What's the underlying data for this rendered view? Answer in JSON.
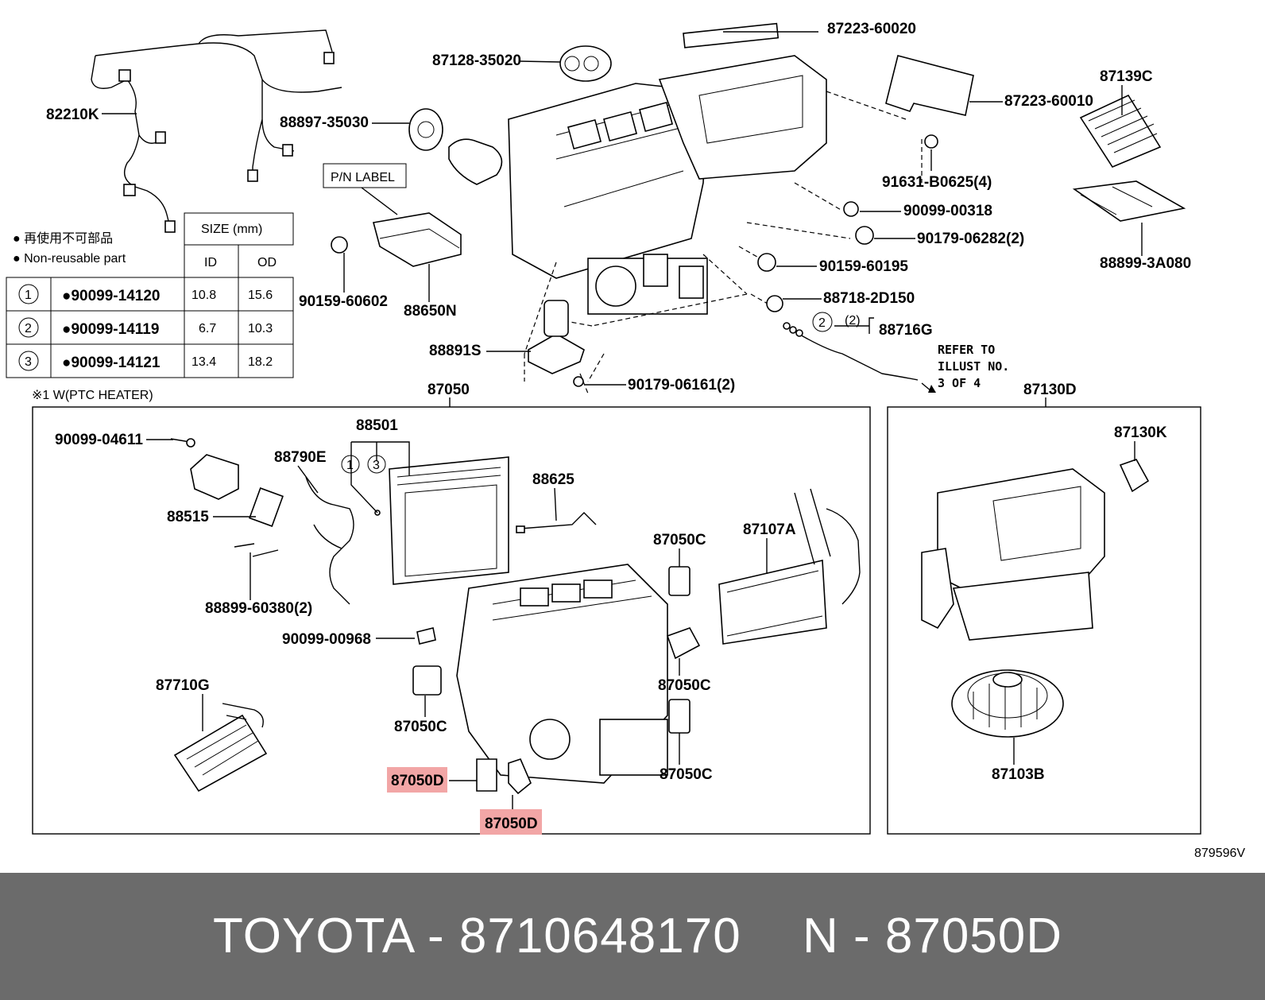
{
  "diagram": {
    "image_code": "879596V",
    "callouts": {
      "c82210K": "82210K",
      "c87128": "87128-35020",
      "c87223_20": "87223-60020",
      "c88897": "88897-35030",
      "c87223_10": "87223-60010",
      "c87139C": "87139C",
      "c91631": "91631-B0625(4)",
      "c90099_318": "90099-00318",
      "c90179_282": "90179-06282(2)",
      "c88899_3A": "88899-3A080",
      "c90159_195": "90159-60195",
      "c90159_602": "90159-60602",
      "c88650N": "88650N",
      "c88718": "88718-2D150",
      "c88716G": "88716G",
      "c88891S": "88891S",
      "c90179_161": "90179-06161(2)",
      "c87050": "87050",
      "c87130D": "87130D",
      "c90099_4611": "90099-04611",
      "c88501": "88501",
      "c88790E": "88790E",
      "c88625": "88625",
      "c88515": "88515",
      "c87050C_a": "87050C",
      "c87107A": "87107A",
      "c88899_603": "88899-60380(2)",
      "c90099_968": "90099-00968",
      "c87050C_b": "87050C",
      "c87050C_c": "87050C",
      "c87050C_d": "87050C",
      "c87710G": "87710G",
      "c87050D_a": "87050D",
      "c87050D_b": "87050D",
      "c87130K": "87130K",
      "c87103B": "87103B"
    },
    "pn_label": "P/N LABEL",
    "refer_lines": [
      "REFER TO",
      "ILLUST NO.",
      "3 OF 4"
    ],
    "ptc_note": "※1 W(PTC HEATER)",
    "ptc_mark": "※1",
    "qty_2": "(2)",
    "circle_2": "2",
    "circle_1": "1",
    "circle_3": "3",
    "legend": {
      "reuse_jp": "● 再使用不可部品",
      "reuse_en": "● Non-reusable part",
      "size_header": "SIZE (mm)",
      "id_header": "ID",
      "od_header": "OD",
      "rows": [
        {
          "num": "1",
          "part": "●90099-14120",
          "id": "10.8",
          "od": "15.6"
        },
        {
          "num": "2",
          "part": "●90099-14119",
          "id": "6.7",
          "od": "10.3"
        },
        {
          "num": "3",
          "part": "●90099-14121",
          "id": "13.4",
          "od": "18.2"
        }
      ]
    }
  },
  "footer": {
    "brand_part": "TOYOTA - 8710648170",
    "ref_code": "N - 87050D"
  },
  "colors": {
    "footer_bg": "#6b6b6b",
    "highlight": "#f2a6a6"
  }
}
